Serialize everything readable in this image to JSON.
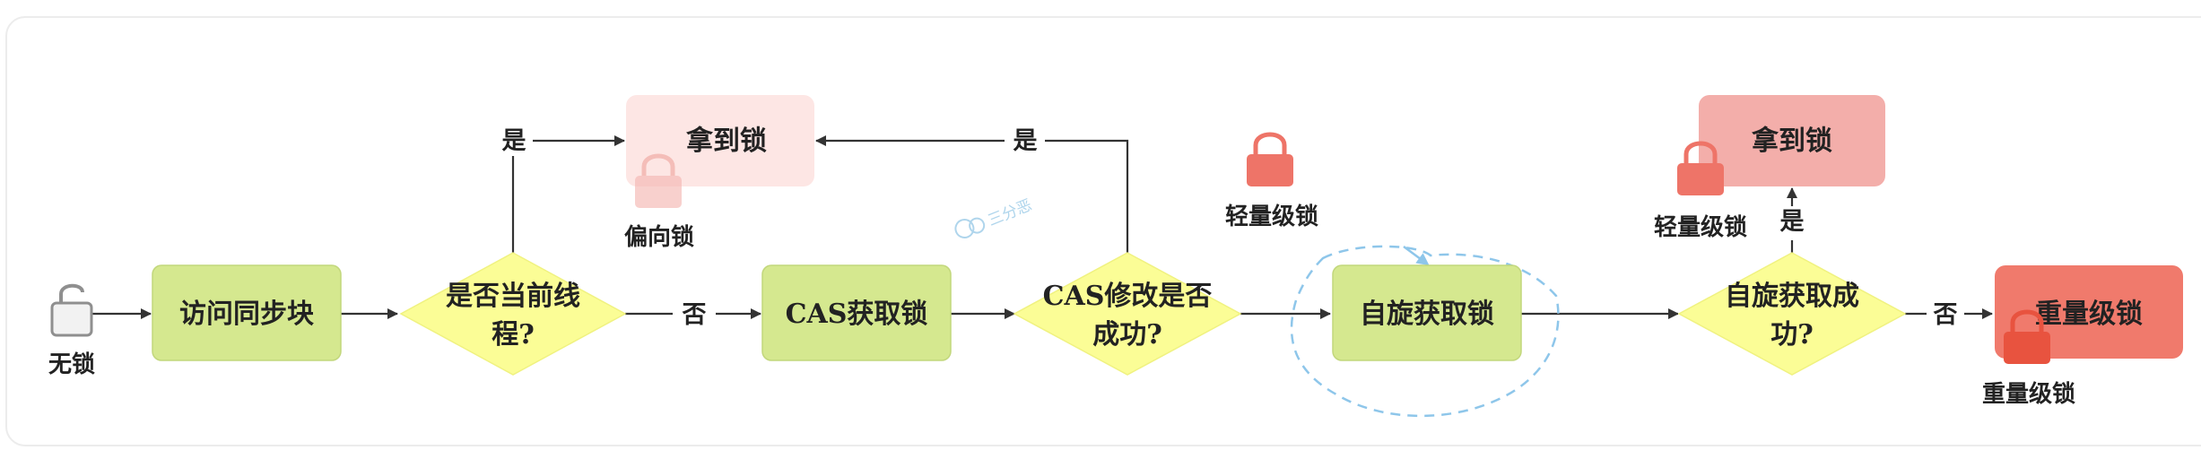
{
  "colors": {
    "green": "#d5e88f",
    "green_stroke": "#c2d77c",
    "yellow": "#fbfd96",
    "pink_light": "#fde6e4",
    "pink": "#f3aeaa",
    "red": "#f07a6c",
    "lock_red": "#ee7468",
    "lock_gray": "#9a9a9a",
    "arrow": "#333333",
    "dashed_blue": "#8ec6ea"
  },
  "nodes": {
    "access_sync": "访问同步块",
    "is_current_thread": [
      "是否当前线",
      "程?"
    ],
    "got_lock_biased": "拿到锁",
    "cas_acquire": "CAS获取锁",
    "cas_success": [
      "CAS修改是否",
      "成功?"
    ],
    "spin_acquire": "自旋获取锁",
    "spin_success": [
      "自旋获取成",
      "功?"
    ],
    "got_lock_light": "拿到锁",
    "heavyweight_lock": "重量级锁"
  },
  "edges": {
    "yes_1": "是",
    "no_1": "否",
    "yes_2": "是",
    "yes_3": "是",
    "no_3": "否"
  },
  "captions": {
    "no_lock": "无锁",
    "biased_lock": "偏向锁",
    "lightweight_lock_1": "轻量级锁",
    "lightweight_lock_2": "轻量级锁",
    "heavyweight_lock": "重量级锁"
  },
  "watermark": "三分恶",
  "icons": [
    "unlock-icon",
    "lock-icon"
  ]
}
